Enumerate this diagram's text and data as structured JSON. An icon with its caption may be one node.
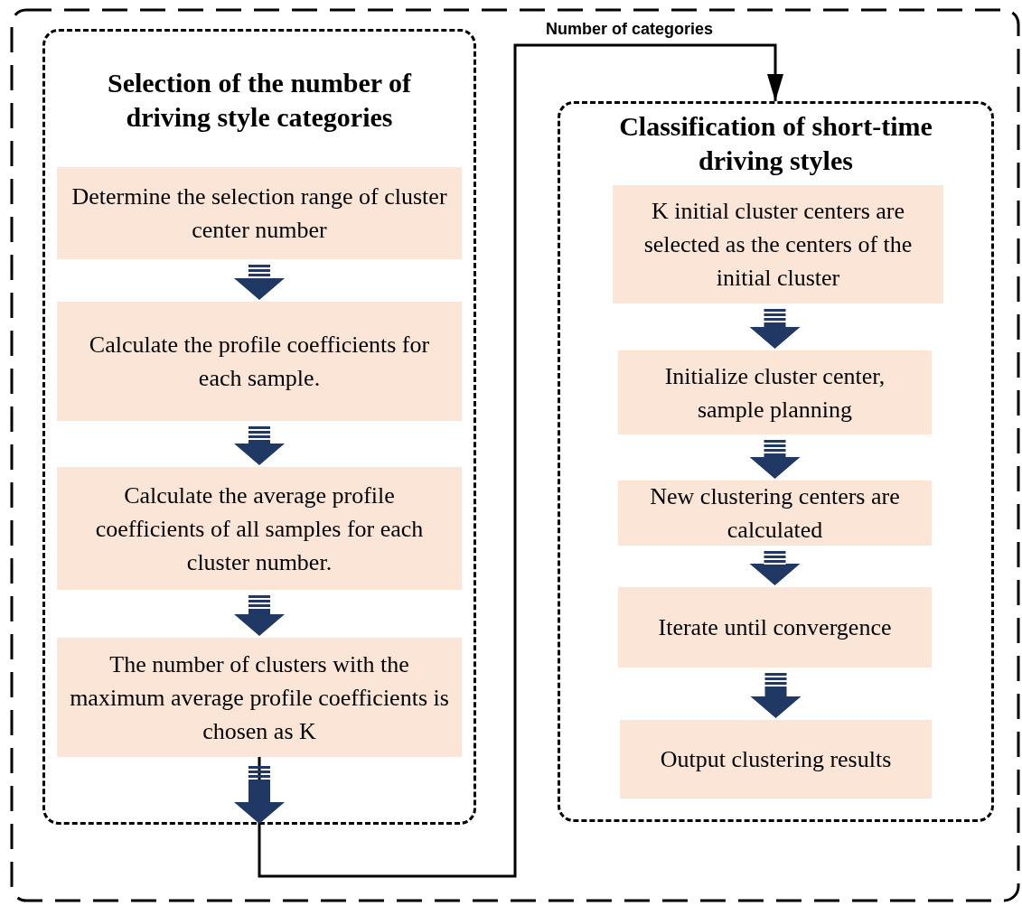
{
  "diagram": {
    "nodes": [
      {
        "text": [
          "Selection of the number of driving style categories"
        ]
      },
      {
        "text": [
          "Determine the selection range of cluster center number"
        ],
        "in": 0
      },
      {
        "text": [
          "Calculate the profile coefficients for each sample."
        ],
        "in": 0
      },
      {
        "text": [
          "Calculate the average profile coefficients of all samples for each cluster number."
        ],
        "in": 0
      },
      {
        "text": [
          "The number of clusters with the maximum average profile coefficients is chosen as K"
        ],
        "in": 0
      },
      {
        "text": [
          "Classification of short-time driving styles"
        ]
      },
      {
        "text": [
          "K initial cluster centers are selected as the centers of the initial cluster"
        ],
        "in": 5
      },
      {
        "text": [
          "Initialize cluster center, sample planning"
        ],
        "in": 5
      },
      {
        "text": [
          "New clustering centers are calculated"
        ],
        "in": 5
      },
      {
        "text": [
          "Iterate until convergence"
        ],
        "in": 5
      },
      {
        "text": [
          "Output clustering results"
        ],
        "in": 5
      }
    ],
    "edges": [
      {
        "from": 1,
        "to": 2,
        "arrow": "to",
        "style": "thick"
      },
      {
        "from": 2,
        "to": 3,
        "arrow": "to",
        "style": "thick"
      },
      {
        "from": 3,
        "to": 4,
        "arrow": "to",
        "style": "thick"
      },
      {
        "from": 4,
        "to": 5,
        "arrow": "to",
        "label": "Number of categories",
        "color": "#000000"
      },
      {
        "from": 6,
        "to": 7,
        "arrow": "to",
        "style": "thick"
      },
      {
        "from": 7,
        "to": 8,
        "arrow": "to",
        "style": "thick"
      },
      {
        "from": 8,
        "to": 9,
        "arrow": "to",
        "style": "thick"
      },
      {
        "from": 9,
        "to": 10,
        "arrow": "to",
        "style": "thick"
      }
    ]
  }
}
